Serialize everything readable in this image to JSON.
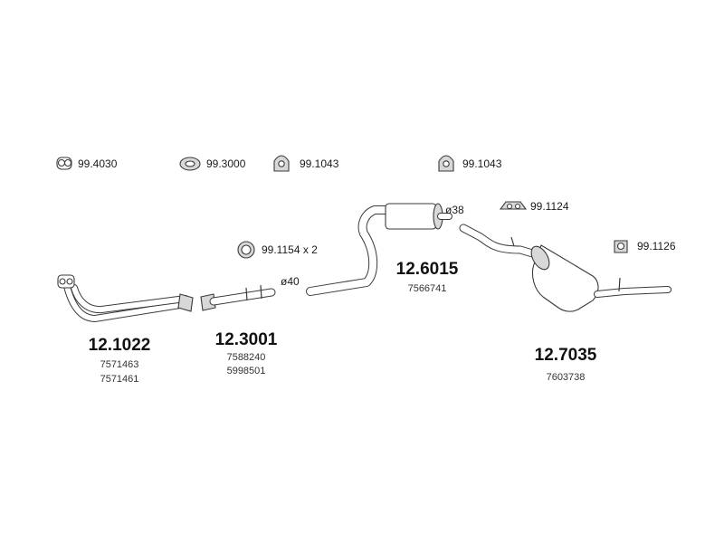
{
  "hardware": [
    {
      "ref": "99.4030",
      "icon": "clamp-double-ring-icon"
    },
    {
      "ref": "99.3000",
      "icon": "gasket-ring-icon"
    },
    {
      "ref": "99.1043",
      "icon": "rubber-hanger-icon"
    },
    {
      "ref": "99.1043",
      "icon": "rubber-hanger-icon"
    },
    {
      "ref": "99.1124",
      "icon": "bracket-mount-icon"
    },
    {
      "ref": "99.1126",
      "icon": "rubber-mount-icon"
    },
    {
      "ref": "99.1154 x 2",
      "icon": "sealing-ring-icon"
    }
  ],
  "diameters": {
    "front": "ø40",
    "middle": "ø38"
  },
  "parts": [
    {
      "number": "12.1022",
      "refs": [
        "7571463",
        "7571461"
      ]
    },
    {
      "number": "12.3001",
      "refs": [
        "7588240",
        "5998501"
      ]
    },
    {
      "number": "12.6015",
      "refs": [
        "7566741"
      ]
    },
    {
      "number": "12.7035",
      "refs": [
        "7603738"
      ]
    }
  ],
  "colors": {
    "line": "#3a3a3a",
    "fill": "#ffffff",
    "shade": "#d8d8d8"
  }
}
